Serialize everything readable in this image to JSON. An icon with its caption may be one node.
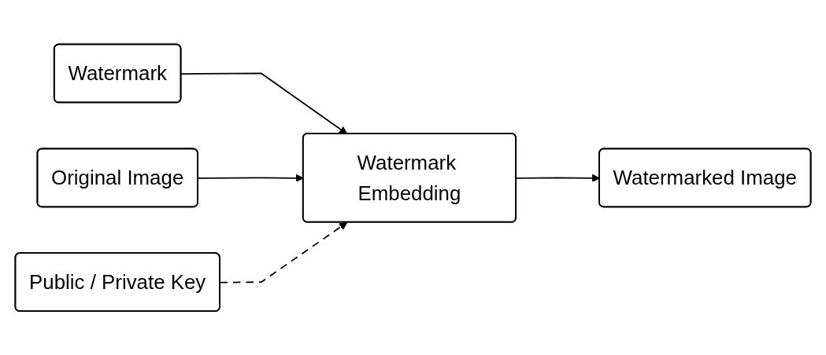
{
  "diagram": {
    "nodes": [
      {
        "text": [
          "Watermark"
        ]
      },
      {
        "text": [
          "Original Image"
        ]
      },
      {
        "text": [
          "Watermark Embedding"
        ]
      },
      {
        "text": [
          "Watermarked Image"
        ]
      },
      {
        "text": [
          "Public / Private Key"
        ]
      }
    ],
    "edges": [
      {
        "from": 0,
        "to": 2,
        "arrow": "to"
      },
      {
        "from": 1,
        "to": 2,
        "arrow": "to"
      },
      {
        "from": 2,
        "to": 3,
        "arrow": "to"
      },
      {
        "from": 4,
        "to": 2,
        "arrow": "to",
        "style": "dashed"
      }
    ]
  }
}
